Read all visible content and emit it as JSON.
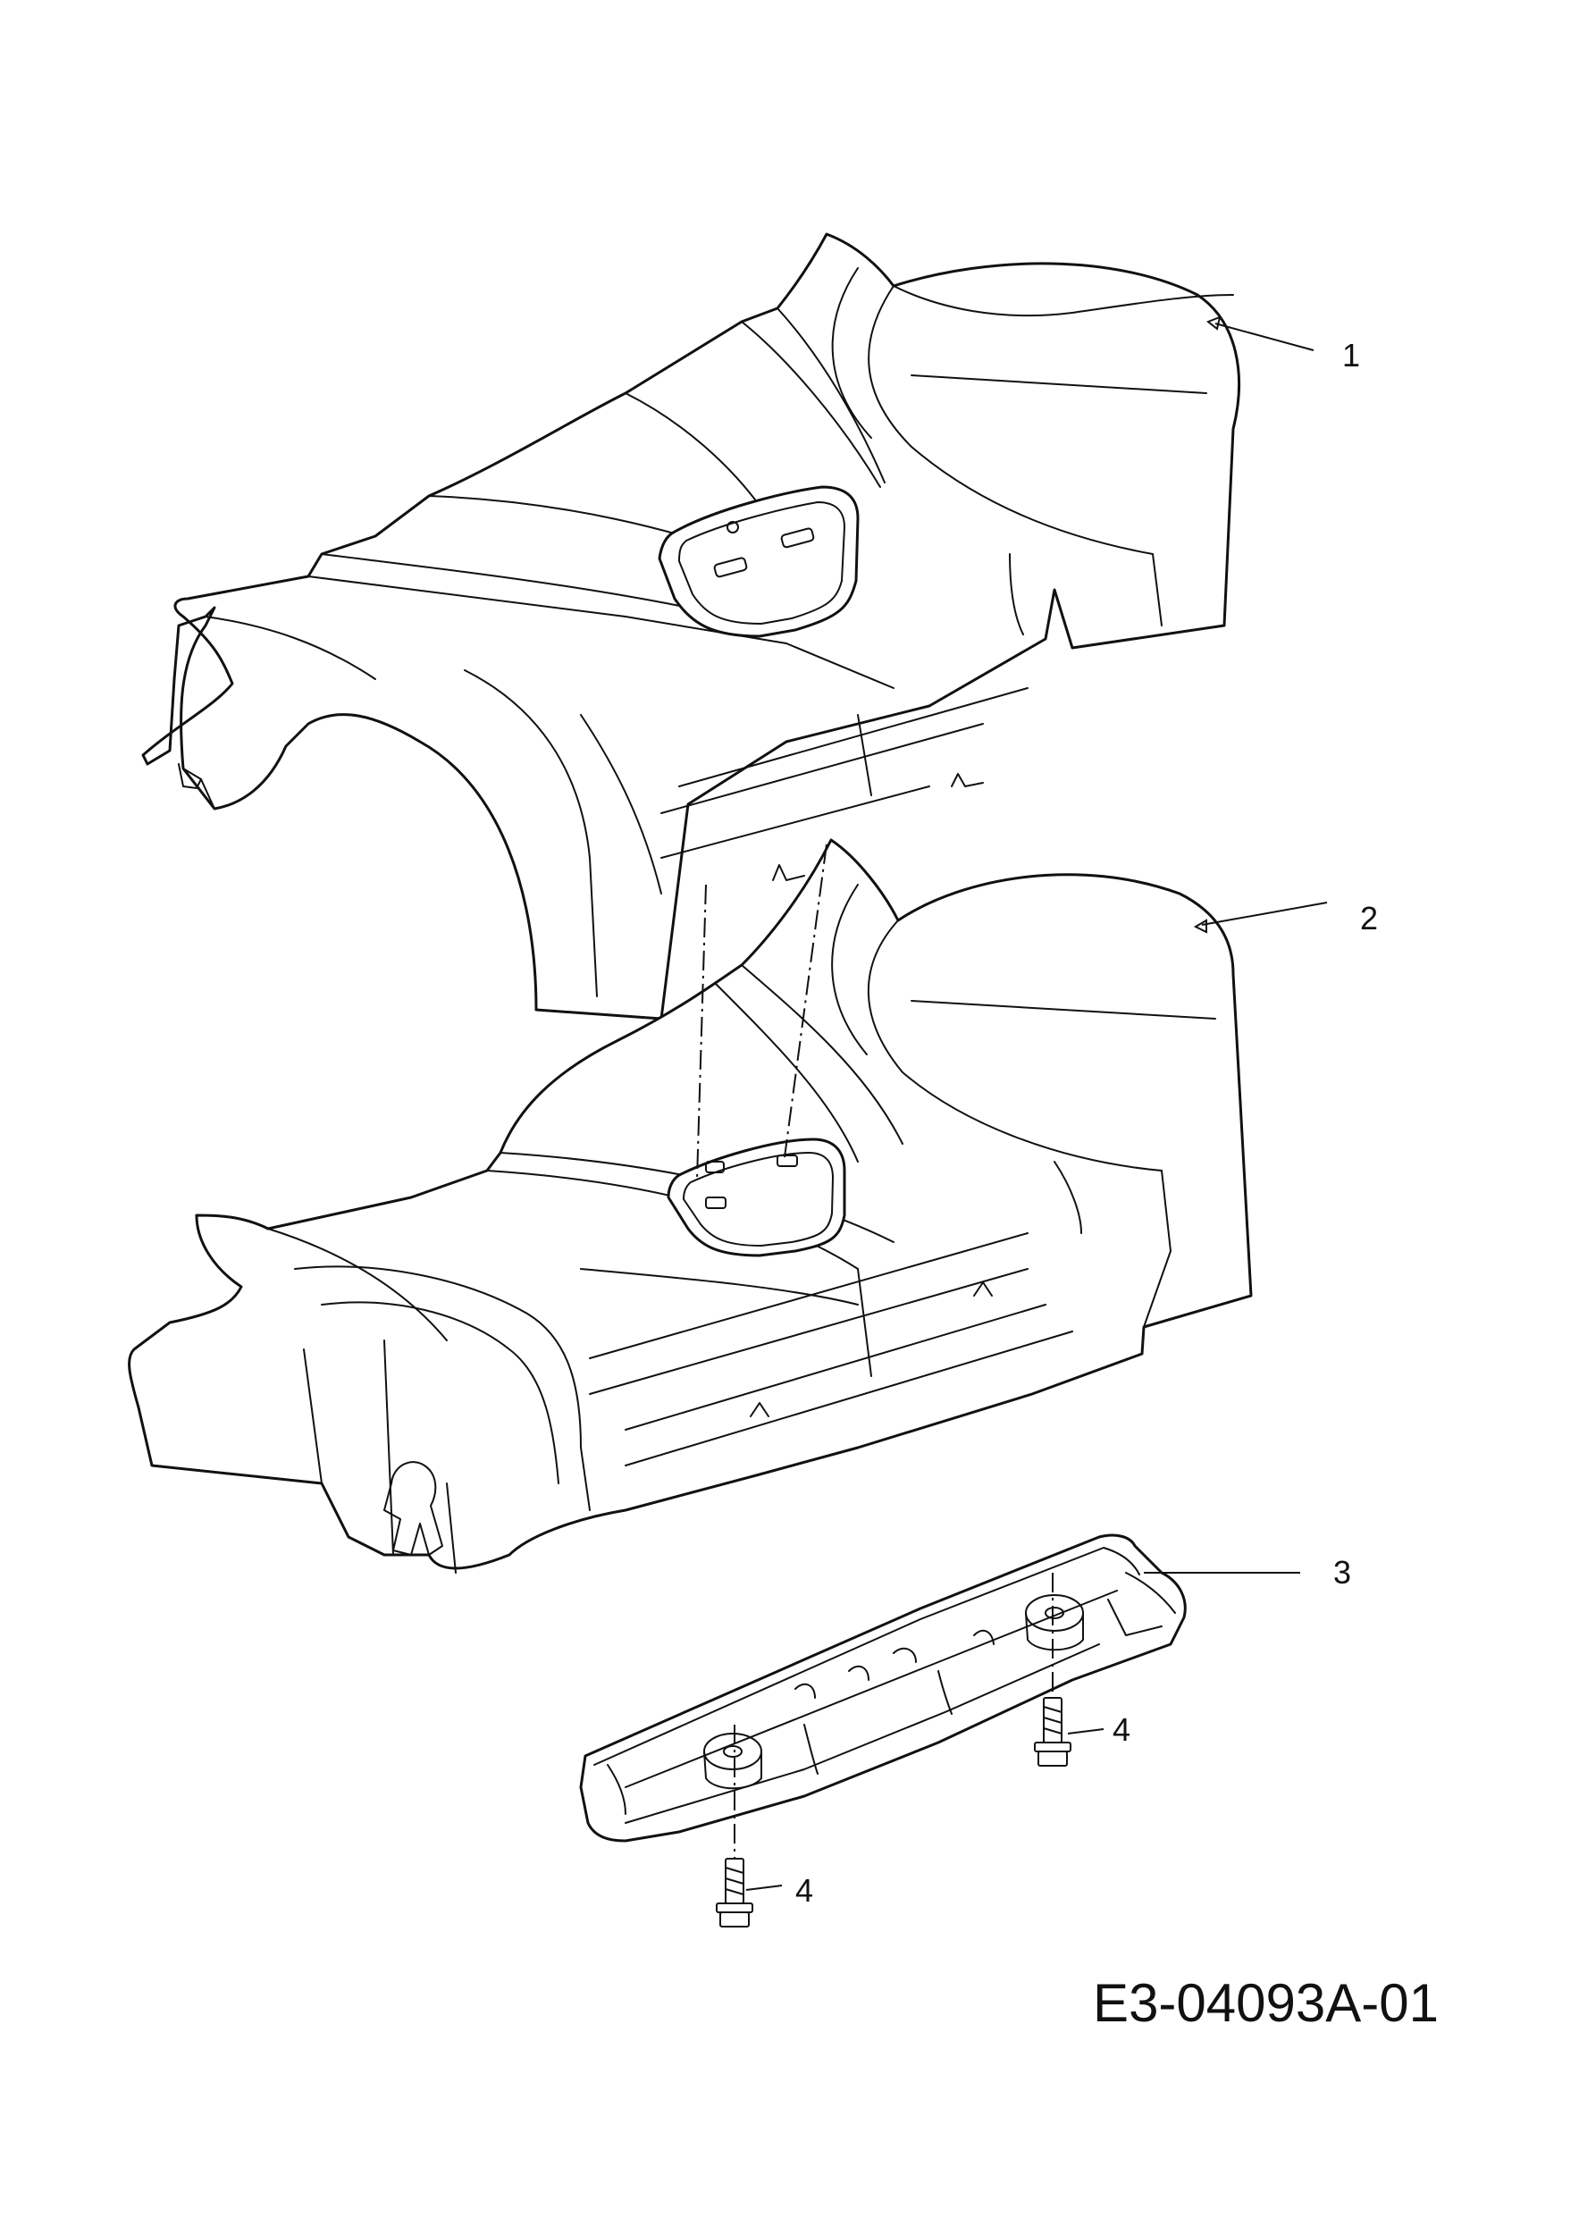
{
  "callouts": {
    "part_1": "1",
    "part_2": "2",
    "part_3": "3",
    "part_4_upper": "4",
    "part_4_lower": "4"
  },
  "drawing_code": "E3-04093A-01",
  "colors": {
    "line": "#111111",
    "background": "#ffffff"
  }
}
